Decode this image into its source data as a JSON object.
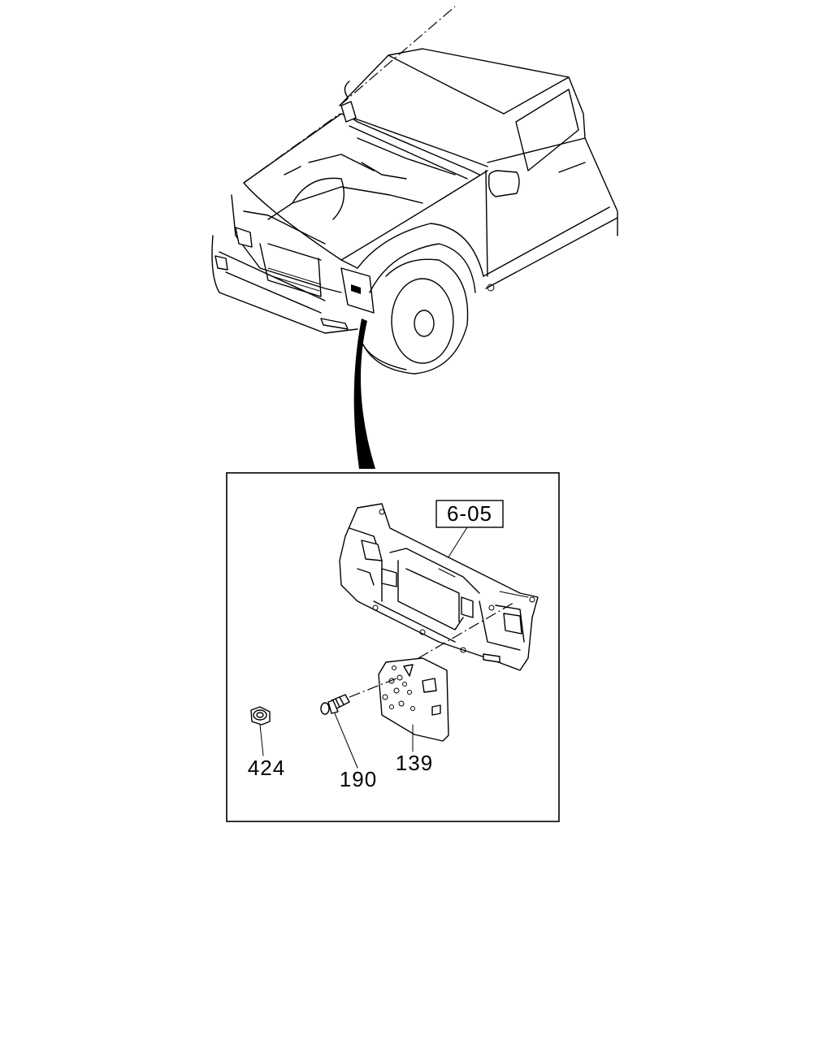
{
  "diagram": {
    "reference_label": "6-05",
    "callouts": [
      {
        "id": "part-424",
        "number": "424"
      },
      {
        "id": "part-190",
        "number": "190"
      },
      {
        "id": "part-139",
        "number": "139"
      }
    ]
  }
}
